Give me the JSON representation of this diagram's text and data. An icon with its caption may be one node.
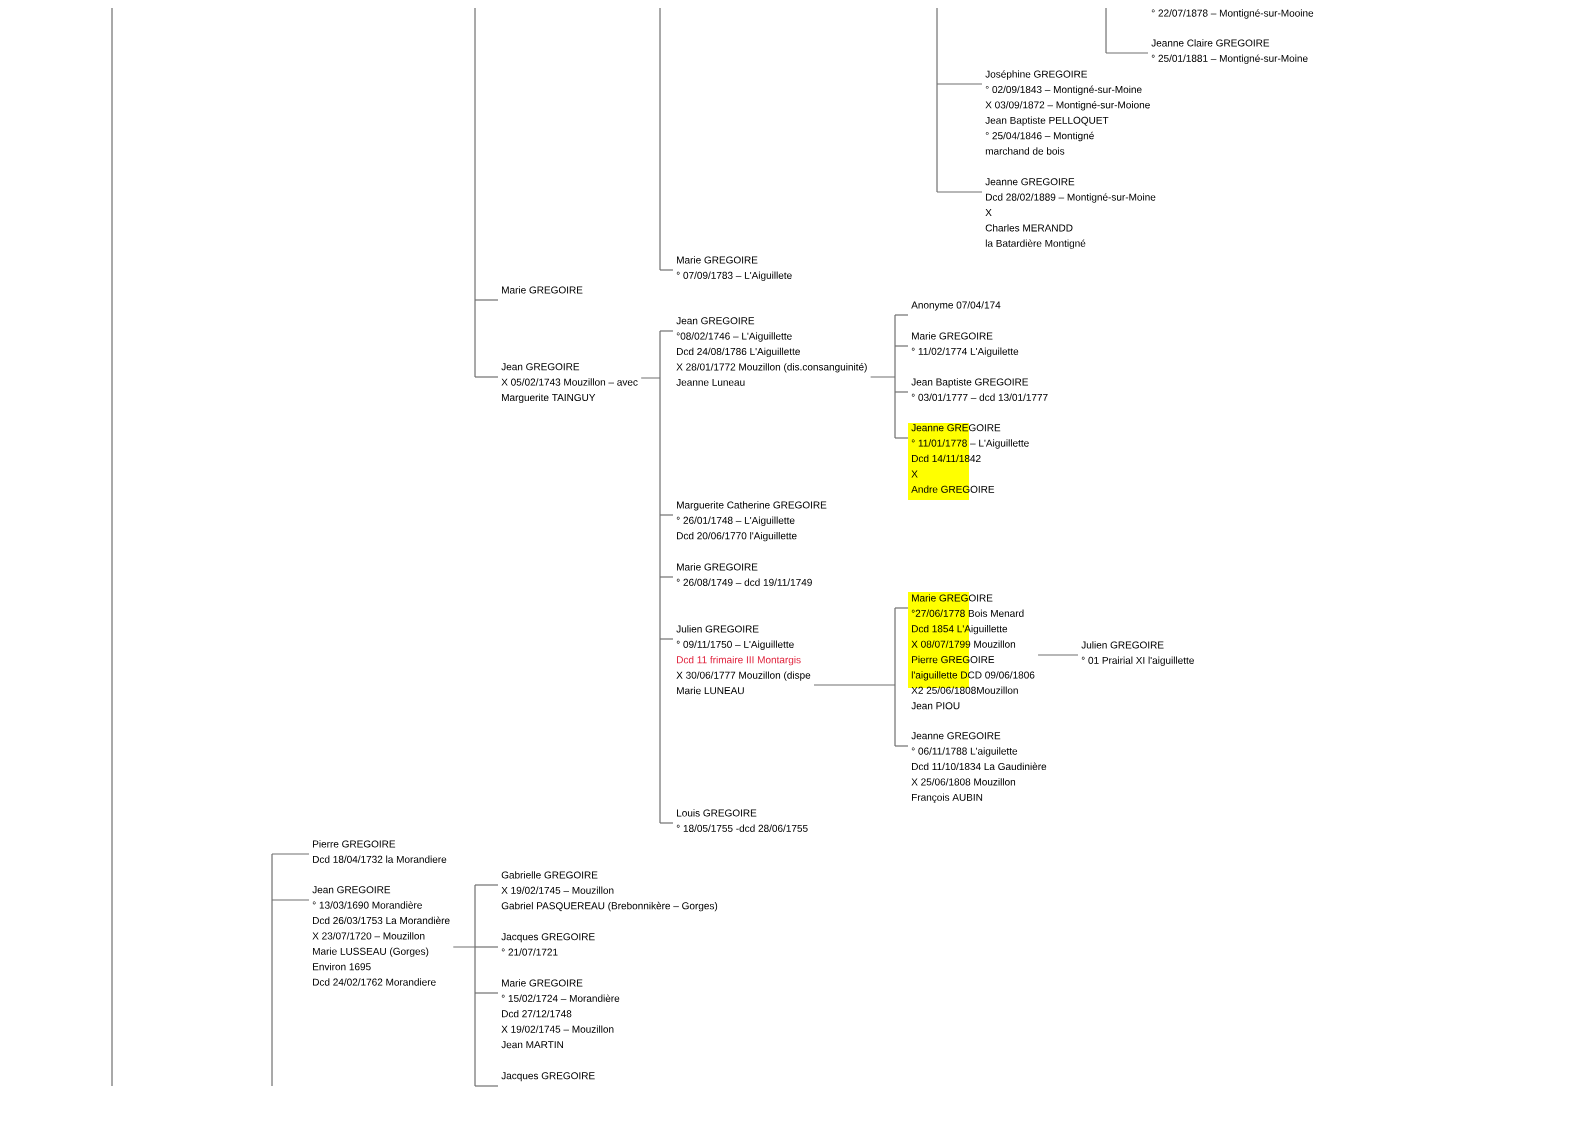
{
  "diagram": {
    "nodes": [
      {
        "text": [
          "Jeanne Claire GREGOIRE",
          "° 25/01/1881 – Montigné-sur-Moine"
        ]
      },
      {
        "text": [
          "Joséphine GREGOIRE",
          "° 02/09/1843 – Montigné-sur-Moine",
          "X 03/09/1872 – Montigné-sur-Moione",
          "Jean Baptiste PELLOQUET",
          "° 25/04/1846 – Montigné",
          "marchand de bois"
        ]
      },
      {
        "text": [
          "Jeanne GREGOIRE",
          "Dcd 28/02/1889 – Montigné-sur-Moine",
          "X",
          "Charles MERANDD",
          "la Batardière Montigné"
        ]
      },
      {
        "text": [
          "Marie GREGOIRE",
          "° 07/09/1783 – L'Aiguillete"
        ]
      },
      {
        "text": [
          "Marie GREGOIRE"
        ]
      },
      {
        "text": [
          "Anonyme 07/04/174"
        ]
      },
      {
        "text": [
          "Jean GREGOIRE",
          "°08/02/1746 – L'Aiguillette",
          "Dcd 24/08/1786 L'Aiguillette",
          "X 28/01/1772 Mouzillon (dis.consanguinité)",
          "Jeanne Luneau"
        ]
      },
      {
        "text": [
          "Marie GREGOIRE",
          "° 11/02/1774 L'Aiguilette"
        ]
      },
      {
        "text": [
          "Jean GREGOIRE",
          "X 05/02/1743 Mouzillon – avec",
          "Marguerite TAINGUY"
        ]
      },
      {
        "text": [
          "Jean Baptiste GREGOIRE",
          "° 03/01/1777 – dcd 13/01/1777"
        ]
      },
      {
        "text": [
          "Jeanne GREGOIRE",
          "° 11/01/1778 – L'Aiguillette",
          "Dcd 14/11/1842",
          "X",
          "Andre GREGOIRE"
        ]
      },
      {
        "text": [
          "Marguerite Catherine GREGOIRE",
          "° 26/01/1748 – L'Aiguillette",
          "Dcd 20/06/1770 l'Aiguillette"
        ]
      },
      {
        "text": [
          "Marie GREGOIRE",
          "° 26/08/1749 – dcd 19/11/1749"
        ]
      },
      {
        "text": [
          "Marie GREGOIRE",
          "°27/06/1778 Bois Menard",
          "Dcd 1854 L'Aiguillette",
          "X 08/07/1799  Mouzillon",
          "Pierre GREGOIRE",
          "l'aiguillette DCD 09/06/1806",
          "X2 25/06/1808Mouzillon",
          "Jean PIOU"
        ]
      },
      {
        "text": [
          "Julien GREGOIRE",
          "° 09/11/1750 – L'Aiguillette",
          "Dcd 11 frimaire III Montargis",
          "X 30/06/1777  Mouzillon (dispe",
          "Marie LUNEAU"
        ]
      },
      {
        "text": [
          "Julien GREGOIRE",
          "° 01 Prairial XI l'aiguillette"
        ]
      },
      {
        "text": [
          "Jeanne GREGOIRE",
          "° 06/11/1788 L'aiguilette",
          "Dcd 11/10/1834 La Gaudinière",
          "X 25/06/1808 Mouzillon",
          "François AUBIN"
        ]
      },
      {
        "text": [
          "Louis GREGOIRE",
          "° 18/05/1755 -dcd 28/06/1755"
        ]
      },
      {
        "text": [
          "Pierre GREGOIRE",
          "Dcd 18/04/1732 la Morandiere"
        ]
      },
      {
        "text": [
          "Gabrielle GREGOIRE",
          "X 19/02/1745 – Mouzillon",
          "Gabriel PASQUEREAU  (Brebonnikère – Gorges)"
        ]
      },
      {
        "text": [
          "Jean GREGOIRE",
          "° 13/03/1690  Morandière",
          "Dcd 26/03/1753 La Morandière",
          "X  23/07/1720 – Mouzillon",
          "Marie LUSSEAU  (Gorges)",
          "Environ 1695",
          "Dcd 24/02/1762 Morandiere"
        ]
      },
      {
        "text": [
          "Jacques GREGOIRE",
          "° 21/07/1721"
        ]
      },
      {
        "text": [
          "Marie GREGOIRE",
          "° 15/02/1724 – Morandière",
          "Dcd 27/12/1748",
          "X 19/02/1745 – Mouzillon",
          "Jean MARTIN"
        ]
      },
      {
        "text": [
          "Jacques GREGOIRE"
        ]
      }
    ],
    "edges": [
      {
        "from": null,
        "to": 0,
        "arrow": "none"
      },
      {
        "from": null,
        "to": 1,
        "arrow": "none"
      },
      {
        "from": null,
        "to": 2,
        "arrow": "none"
      },
      {
        "from": null,
        "to": 3,
        "arrow": "none"
      },
      {
        "from": null,
        "to": 4,
        "arrow": "none"
      },
      {
        "from": null,
        "to": 8,
        "arrow": "none"
      },
      {
        "from": 8,
        "to": 6,
        "arrow": "none"
      },
      {
        "from": 8,
        "to": 11,
        "arrow": "none"
      },
      {
        "from": 8,
        "to": 12,
        "arrow": "none"
      },
      {
        "from": 8,
        "to": 14,
        "arrow": "none"
      },
      {
        "from": 8,
        "to": 17,
        "arrow": "none"
      },
      {
        "from": 6,
        "to": 5,
        "arrow": "none"
      },
      {
        "from": 6,
        "to": 7,
        "arrow": "none"
      },
      {
        "from": 6,
        "to": 9,
        "arrow": "none"
      },
      {
        "from": 6,
        "to": 10,
        "arrow": "none"
      },
      {
        "from": 14,
        "to": 13,
        "arrow": "none"
      },
      {
        "from": 14,
        "to": 16,
        "arrow": "none"
      },
      {
        "from": 13,
        "to": 15,
        "arrow": "none"
      },
      {
        "from": null,
        "to": 18,
        "arrow": "none"
      },
      {
        "from": null,
        "to": 20,
        "arrow": "none"
      },
      {
        "from": 20,
        "to": 19,
        "arrow": "none"
      },
      {
        "from": 20,
        "to": 21,
        "arrow": "none"
      },
      {
        "from": 20,
        "to": 22,
        "arrow": "none"
      },
      {
        "from": 20,
        "to": 23,
        "arrow": "none"
      }
    ],
    "labels": [
      "° 22/07/1878 – Montigné-sur-Mooine"
    ]
  }
}
